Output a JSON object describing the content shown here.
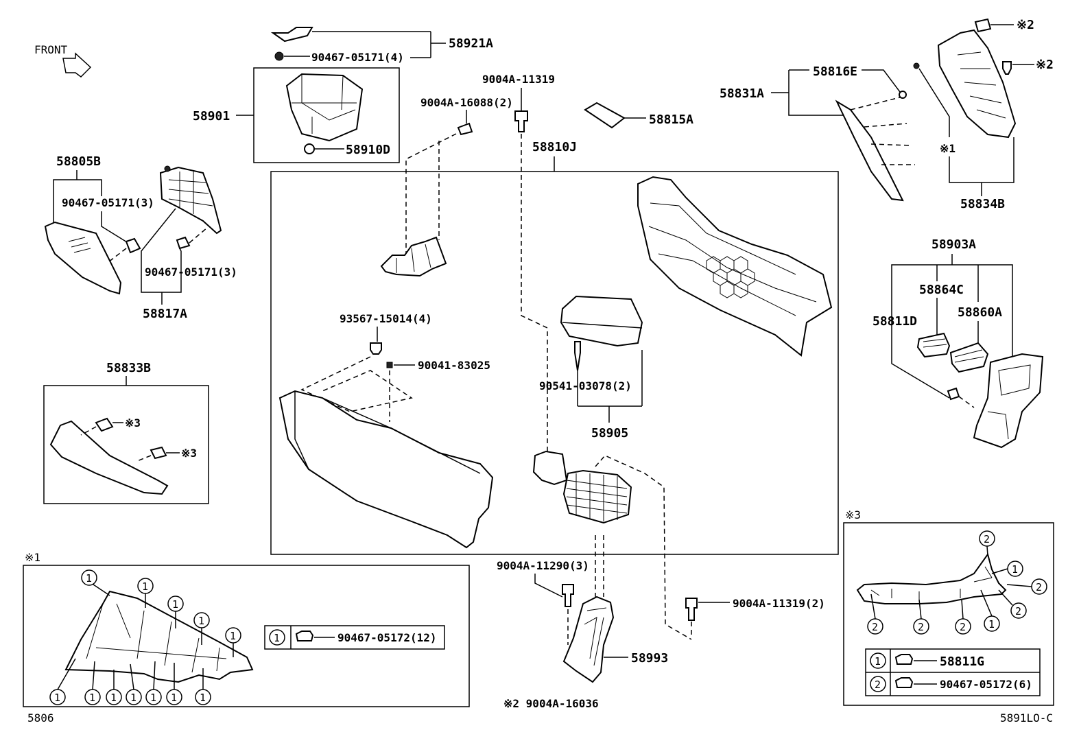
{
  "front_label": "FRONT",
  "labels": {
    "p58921A": "58921A",
    "p90467_05171_4": "90467-05171(4)",
    "p58901": "58901",
    "p58910D": "58910D",
    "p9004A_11319": "9004A-11319",
    "p9004A_16088_2": "9004A-16088(2)",
    "p58815A": "58815A",
    "p58810J": "58810J",
    "p58816E": "58816E",
    "p58831A": "58831A",
    "p58834B": "58834B",
    "x1_mid": "※1",
    "x2_top": "※2",
    "x2_second": "※2",
    "p58805B": "58805B",
    "p90467_05171_3a": "90467-05171(3)",
    "p90467_05171_3b": "90467-05171(3)",
    "p58817A": "58817A",
    "p58833B": "58833B",
    "x3_a": "※3",
    "x3_b": "※3",
    "p93567_15014_4": "93567-15014(4)",
    "p90041_83025": "90041-83025",
    "p90541_03078_2": "90541-03078(2)",
    "p58905": "58905",
    "p58903A": "58903A",
    "p58864C": "58864C",
    "p58811D": "58811D",
    "p58860A": "58860A",
    "p9004A_11290_3": "9004A-11290(3)",
    "p9004A_11319_2": "9004A-11319(2)",
    "p58993": "58993",
    "note_x2": "※2 9004A-16036",
    "box_x1_title": "※1",
    "box_x3_title": "※3",
    "page_left": "5806",
    "page_right": "5891LO-C"
  },
  "legend_x1": {
    "num": "1",
    "part": "90467-05172(12)"
  },
  "legend_x3": [
    {
      "num": "1",
      "part": "58811G"
    },
    {
      "num": "2",
      "part": "90467-05172(6)"
    }
  ],
  "callouts": {
    "one": "1",
    "two": "2"
  }
}
